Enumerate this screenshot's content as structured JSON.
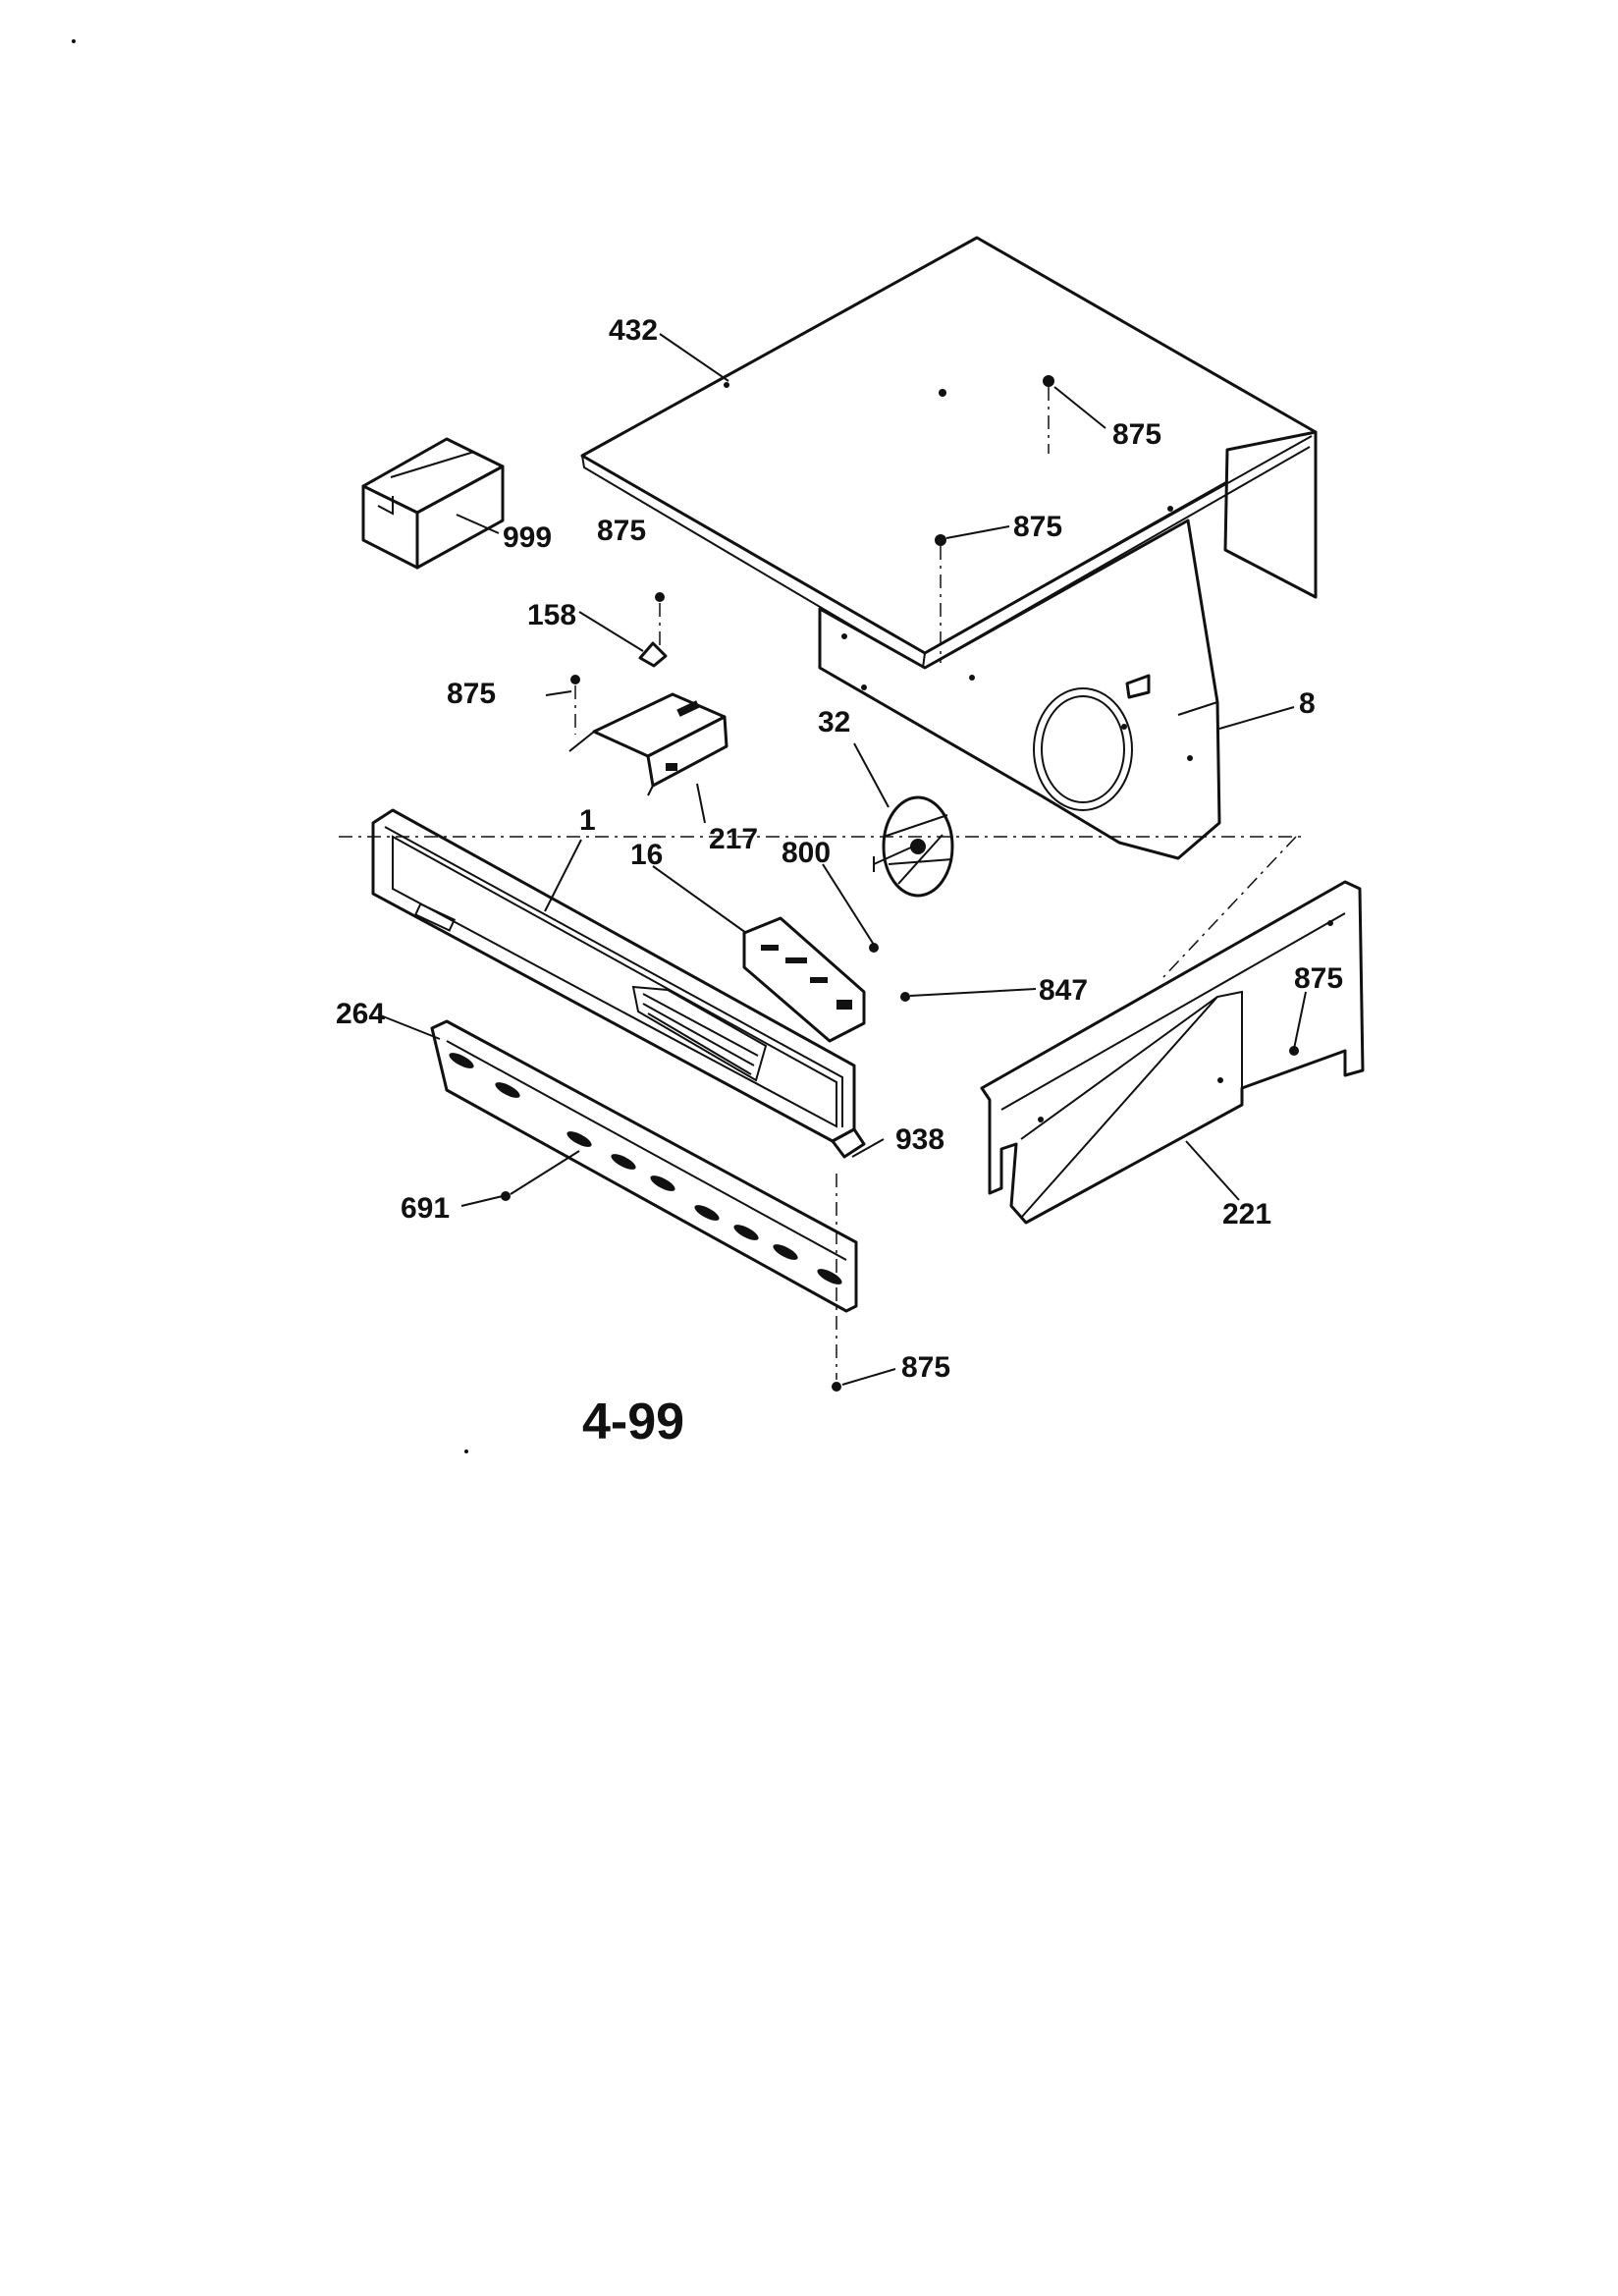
{
  "diagram": {
    "figure_label": "4-99",
    "callouts": {
      "c432": "432",
      "c875_top": "875",
      "c875_mid": "875",
      "c999": "999",
      "c875_a": "875",
      "c158": "158",
      "c875_b": "875",
      "c32": "32",
      "c8": "8",
      "c217": "217",
      "c1": "1",
      "c16": "16",
      "c800": "800",
      "c847": "847",
      "c875_right": "875",
      "c264": "264",
      "c938": "938",
      "c691": "691",
      "c221": "221",
      "c875_bottom": "875"
    }
  }
}
